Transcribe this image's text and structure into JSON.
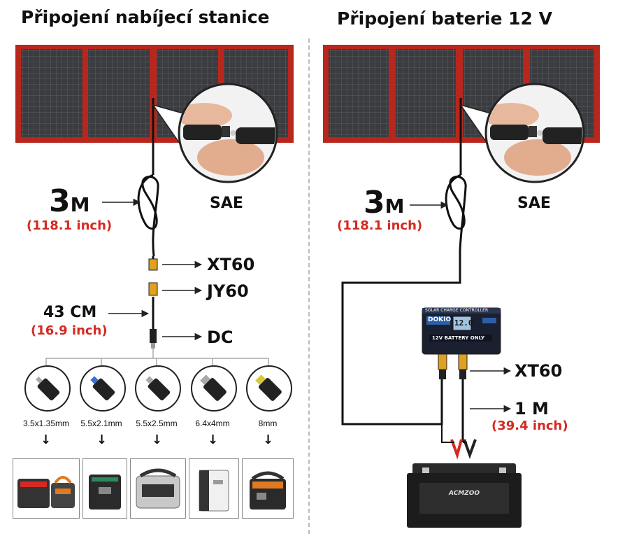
{
  "left": {
    "title": "Připojení nabíjecí stanice",
    "cable_length_big": "3",
    "cable_length_unit": "M",
    "cable_length_inch": "(118.1 inch)",
    "connector_sae": "SAE",
    "connector_xt60": "XT60",
    "connector_jy60": "JY60",
    "adapter_length": "43 CM",
    "adapter_length_inch": "(16.9 inch)",
    "connector_dc": "DC",
    "tips": [
      "3.5x1.35mm",
      "5.5x2.1mm",
      "5.5x2.5mm",
      "6.4x4mm",
      "8mm"
    ],
    "arrow_glyph": "↓"
  },
  "right": {
    "title": "Připojení baterie 12 V",
    "cable_length_big": "3",
    "cable_length_unit": "M",
    "cable_length_inch": "(118.1 inch)",
    "connector_sae": "SAE",
    "connector_xt60": "XT60",
    "clamp_length": "1 M",
    "clamp_length_inch": "(39.4 inch)",
    "controller_header": "SOLAR CHARGE CONTROLLER",
    "controller_brand": "DOKIO",
    "controller_display": "12.0",
    "controller_label": "12V BATTERY ONLY",
    "battery_brand": "ACMZOO"
  },
  "colors": {
    "accent_red": "#d42a22",
    "panel_frame": "#b8261c",
    "panel_cell": "#3a3c40"
  }
}
